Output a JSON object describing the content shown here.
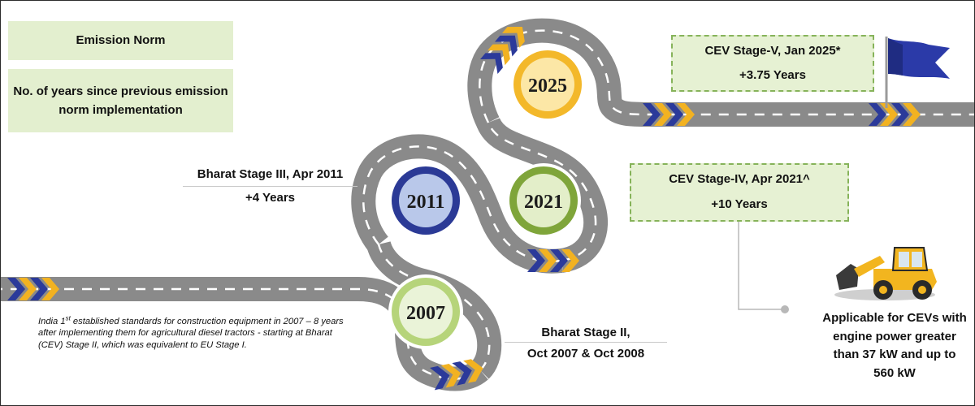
{
  "legend": {
    "emission_norm": "Emission Norm",
    "years_since": "No. of years since previous emission norm implementation"
  },
  "milestones": {
    "cev5": {
      "title": "CEV Stage-V, Jan 2025*",
      "gap": "+3.75 Years",
      "year": "2025"
    },
    "cev4": {
      "title": "CEV Stage-IV, Apr 2021^",
      "gap": "+10 Years",
      "year": "2021"
    },
    "bs3": {
      "title": "Bharat Stage III, Apr 2011",
      "gap": "+4 Years",
      "year": "2011"
    },
    "bs2": {
      "title_line1": "Bharat Stage II,",
      "title_line2": "Oct 2007 & Oct 2008",
      "year": "2007"
    }
  },
  "note": {
    "part1": "India 1",
    "sup": "st",
    "part2": " established standards for construction equipment in 2007 – 8 years after implementing them for agricultural diesel tractors -  starting at Bharat (CEV) Stage II, which was equivalent to EU Stage I."
  },
  "applicability": "Applicable for CEVs with engine power greater than 37 kW and up to 560 kW",
  "colors": {
    "road": "#8a8a8a",
    "road_edge": "#777777",
    "chevron_blue": "#2b3a9a",
    "chevron_yellow": "#f2b221",
    "legend_fill": "#e3efcf",
    "dashed_border": "#86b35a",
    "ring_2025": "#f3b82a",
    "ring_2021": "#7fa53a",
    "ring_2011": "#2b3a96",
    "ring_2007": "#b6d47a"
  },
  "icons": {
    "flag": "flag-icon",
    "loader": "wheel-loader-icon"
  }
}
